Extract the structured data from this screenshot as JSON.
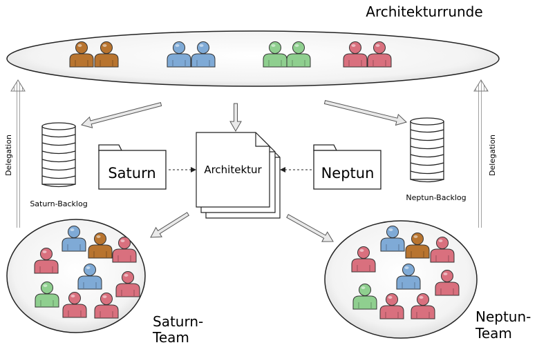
{
  "title": "Architekturrunde",
  "labels": {
    "saturn_box": "Saturn",
    "neptun_box": "Neptun",
    "architektur": "Architektur",
    "saturn_backlog": "Saturn-Backlog",
    "neptun_backlog": "Neptun-Backlog",
    "delegation_left": "Delegation",
    "delegation_right": "Delegation",
    "saturn_team_1": "Saturn-",
    "saturn_team_2": "Team",
    "neptun_team_1": "Neptun-",
    "neptun_team_2": "Team"
  },
  "colors": {
    "orange": "#b8742f",
    "blue": "#7faad6",
    "green": "#8fcf8f",
    "red": "#d9707e"
  },
  "icons": {
    "person": "person-icon",
    "backlog": "database-stack-icon",
    "document": "document-stack-icon",
    "folder": "folder-icon"
  }
}
